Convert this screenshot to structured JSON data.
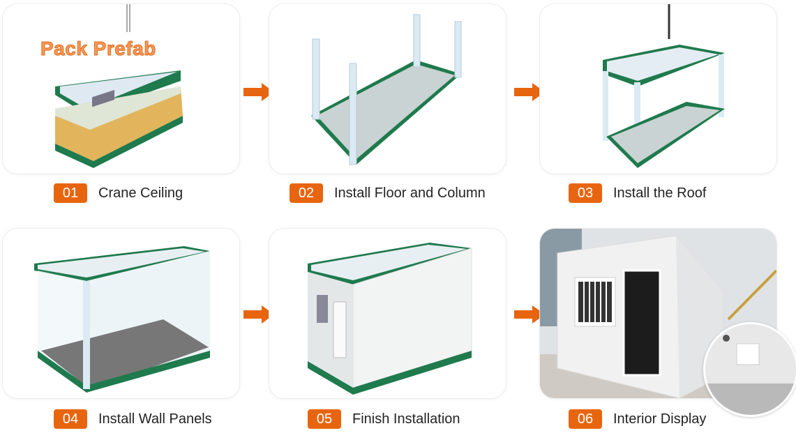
{
  "brand": "Pack Prefab",
  "steps": [
    {
      "number": "01",
      "label": "Crane Ceiling"
    },
    {
      "number": "02",
      "label": "Install Floor and Column"
    },
    {
      "number": "03",
      "label": "Install the Roof"
    },
    {
      "number": "04",
      "label": "Install Wall Panels"
    },
    {
      "number": "05",
      "label": "Finish Installation"
    },
    {
      "number": "06",
      "label": "Interior Display"
    }
  ],
  "colors": {
    "accent": "#e8650f",
    "frame": "#1f7a4d",
    "floor": "#c9d3d3"
  }
}
